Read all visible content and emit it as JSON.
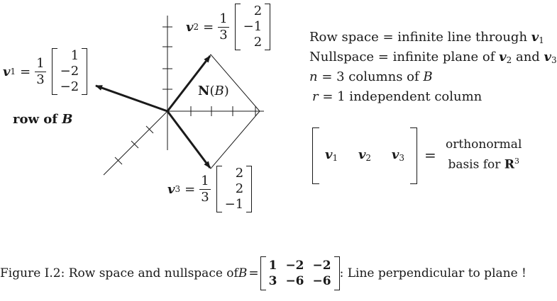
{
  "diagram": {
    "v2": {
      "name": "v",
      "sub": "2",
      "coef_num": "1",
      "coef_den": "3",
      "entries": [
        "2",
        "−1",
        "2"
      ]
    },
    "v1": {
      "name": "v",
      "sub": "1",
      "coef_num": "1",
      "coef_den": "3",
      "entries": [
        "1",
        "−2",
        "−2"
      ]
    },
    "v3": {
      "name": "v",
      "sub": "3",
      "coef_num": "1",
      "coef_den": "3",
      "entries": [
        "2",
        "2",
        "−1"
      ]
    },
    "nullspace_label": "N",
    "nullspace_arg": "B",
    "row_label": "row of",
    "row_label_var": "B"
  },
  "facts": {
    "line1": {
      "text": "Row space = infinite line through ",
      "var": "v",
      "sub": "1"
    },
    "line2": {
      "text": "Nullspace = infinite plane of ",
      "var_a": "v",
      "sub_a": "2",
      "and": " and ",
      "var_b": "v",
      "sub_b": "3"
    },
    "line3": {
      "var": "n",
      "rest": " = 3 columns of ",
      "var2": "B"
    },
    "line4": {
      "var": "r",
      "rest": " = 1 independent column"
    }
  },
  "basis": {
    "cols": [
      {
        "var": "v",
        "sub": "1"
      },
      {
        "var": "v",
        "sub": "2"
      },
      {
        "var": "v",
        "sub": "3"
      }
    ],
    "equals": "=",
    "desc_line1": "orthonormal",
    "desc_line2": "basis for ",
    "space": "R",
    "space_sup": "3"
  },
  "caption": {
    "prefix": "Figure I.2: Row space and nullspace of ",
    "var": "B",
    "equals": "=",
    "row1": [
      "1",
      "−2",
      "−2"
    ],
    "row2": [
      "3",
      "−6",
      "−6"
    ],
    "suffix": ": Line perpendicular to plane !"
  }
}
